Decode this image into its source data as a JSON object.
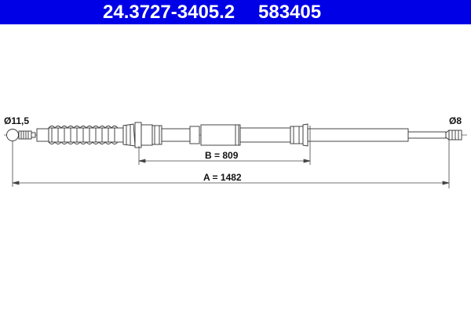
{
  "header": {
    "part_number": "24.3727-3405.2",
    "ref_number": "583405",
    "background_color": "#0000e6"
  },
  "drawing": {
    "left_end_label": "Ø11,5",
    "right_end_label": "Ø8",
    "dimension_b_label": "B = 809",
    "dimension_a_label": "A = 1482"
  },
  "chart_data": {
    "type": "diagram",
    "title": "24.3727-3405.2  583405",
    "annotations": [
      "Ø11,5",
      "Ø8",
      "B = 809",
      "A = 1482"
    ],
    "dimensions": {
      "A": 1482,
      "B": 809,
      "left_diameter": 11.5,
      "right_diameter": 8
    }
  }
}
